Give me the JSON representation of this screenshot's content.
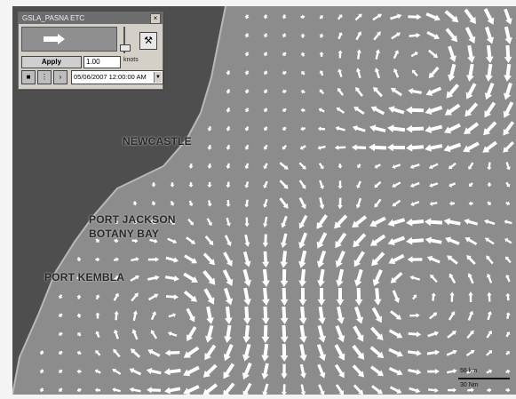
{
  "places": {
    "newcastle": "NEWCASTLE",
    "port_jackson": "PORT JACKSON",
    "botany_bay": "BOTANY BAY",
    "port_kembla": "PORT KEMBLA"
  },
  "panel": {
    "title": "GSLA_PASNA ETC",
    "close_label": "×",
    "apply_label": "Apply",
    "speed_value": "1.00",
    "speed_unit": "knots",
    "datetime": "05/06/2007 12:00:00 AM",
    "tool_icon": "hammer-icon"
  },
  "scale": {
    "km_label": "56 km",
    "nm_label": "30 Nm"
  },
  "colors": {
    "ocean": "#8c8c8c",
    "land": "#4e4e4e",
    "arrows": "#ffffff"
  }
}
